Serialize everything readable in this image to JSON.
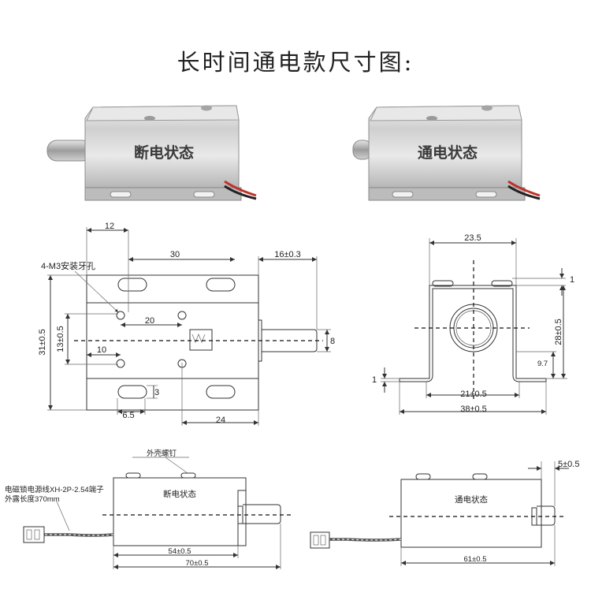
{
  "title": "长时间通电款尺寸图:",
  "photos": {
    "off_label": "断电状态",
    "on_label": "通电状态"
  },
  "front_view": {
    "hole_label": "4-M3安装牙孔",
    "dim_12": "12",
    "dim_30": "30",
    "dim_16": "16±0.3",
    "dim_20": "20",
    "dim_10": "10",
    "dim_31": "31±0.5",
    "dim_13": "13±0.5",
    "dim_8": "8",
    "dim_3": "3",
    "dim_6_5": "6.5",
    "dim_24": "24"
  },
  "end_view": {
    "dim_23_5": "23.5",
    "dim_1_top": "1",
    "dim_28": "28±0.5",
    "dim_9_7": "9.7",
    "dim_1_left": "1",
    "dim_21": "21±0.5",
    "dim_38": "38±0.5"
  },
  "side_off": {
    "screw_label": "外壳螺钉",
    "wire_label_1": "电磁锁电源线XH-2P-2.54端子",
    "wire_label_2": "外露长度370mm",
    "state_label": "断电状态",
    "dim_54": "54±0.5",
    "dim_70": "70±0.5"
  },
  "side_on": {
    "state_label": "通电状态",
    "dim_5": "5±0.5",
    "dim_61": "61±0.5"
  }
}
